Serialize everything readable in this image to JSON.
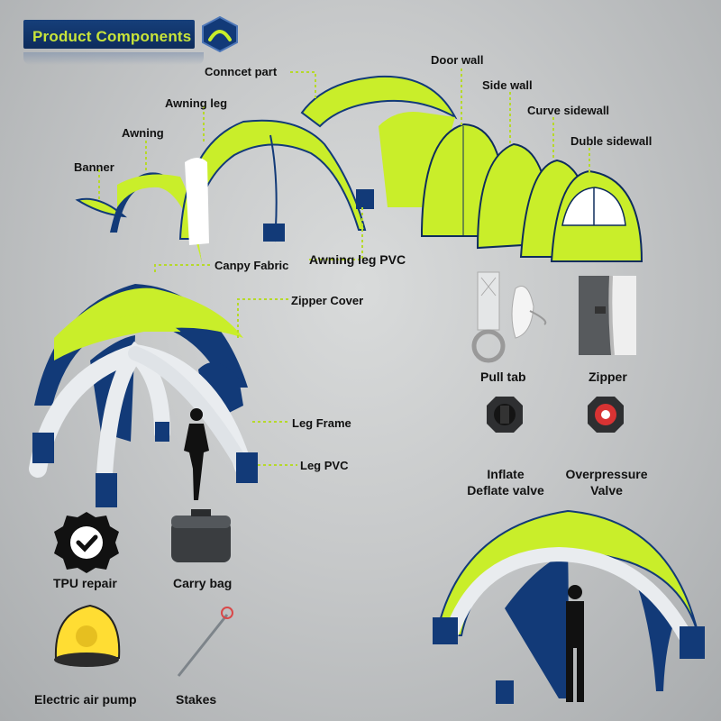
{
  "header": {
    "title": "Product Components"
  },
  "top_labels": {
    "banner": "Banner",
    "awning": "Awning",
    "awning_leg": "Awning leg",
    "connect_part": "Conncet part",
    "door_wall": "Door wall",
    "side_wall": "Side wall",
    "curve_sidewall": "Curve sidewall",
    "double_sidewall": "Duble sidewall",
    "awning_leg_pvc": "Awning leg PVC"
  },
  "tent_labels": {
    "canopy_fabric": "Canpy Fabric",
    "zipper_cover": "Zipper Cover",
    "leg_frame": "Leg Frame",
    "leg_pvc": "Leg PVC"
  },
  "accessories": {
    "pull_tab": "Pull tab",
    "zipper": "Zipper",
    "inflate_valve_line1": "Inflate",
    "inflate_valve_line2": "Deflate valve",
    "overpressure_line1": "Overpressure",
    "overpressure_line2": "Valve",
    "tpu_repair": "TPU repair",
    "carry_bag": "Carry bag",
    "electric_pump": "Electric air pump",
    "stakes": "Stakes"
  },
  "colors": {
    "canopy_green": "#c9ee2a",
    "canopy_navy": "#123a78",
    "frame_white": "#e9ecef",
    "label_text": "#111111",
    "leader_line": "#b6d92a"
  }
}
